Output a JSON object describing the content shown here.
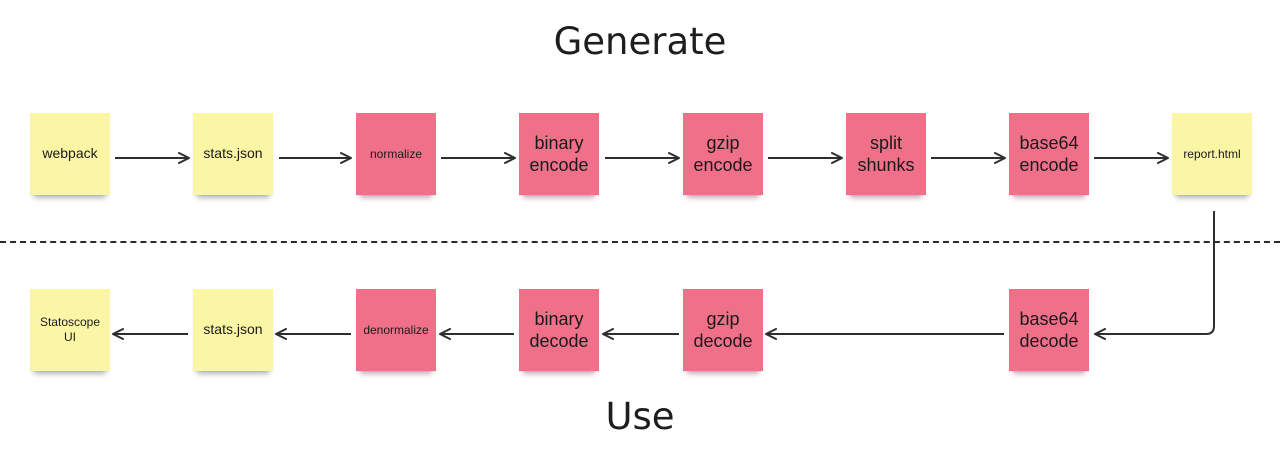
{
  "titles": {
    "top": "Generate",
    "bottom": "Use"
  },
  "colors": {
    "yellow": "#fbf5a6",
    "red": "#f0708a",
    "ink": "#2e2e2e"
  },
  "generate_row": [
    {
      "label": "webpack",
      "color": "yellow"
    },
    {
      "label": "stats.json",
      "color": "yellow"
    },
    {
      "label": "normalize",
      "color": "red"
    },
    {
      "label": "binary\nencode",
      "color": "red"
    },
    {
      "label": "gzip\nencode",
      "color": "red"
    },
    {
      "label": "split\nshunks",
      "color": "red"
    },
    {
      "label": "base64\nencode",
      "color": "red"
    },
    {
      "label": "report.html",
      "color": "yellow"
    }
  ],
  "use_row": [
    {
      "label": "Statoscope\nUI",
      "color": "yellow"
    },
    {
      "label": "stats.json",
      "color": "yellow"
    },
    {
      "label": "denormalize",
      "color": "red"
    },
    {
      "label": "binary\ndecode",
      "color": "red"
    },
    {
      "label": "gzip\ndecode",
      "color": "red"
    },
    {
      "label": "base64\ndecode",
      "color": "red"
    }
  ]
}
